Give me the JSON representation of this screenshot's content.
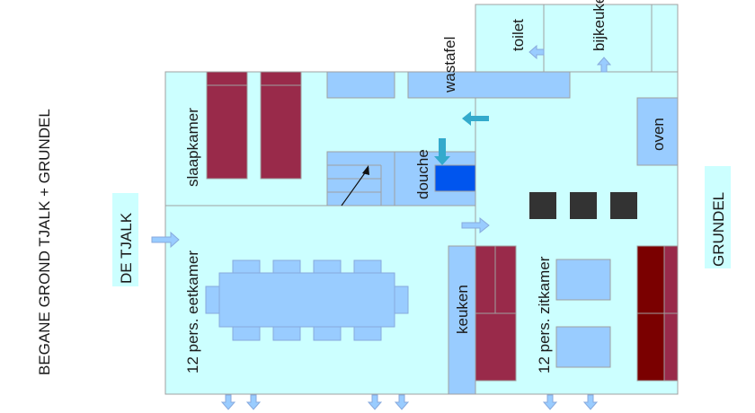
{
  "title": "BEGANE GROND TJALK + GRUNDEL",
  "labels": {
    "tjalk": "DE TJALK",
    "grundel": "GRUNDEL",
    "slaapkamer": "slaapkamer",
    "douche": "douche",
    "wastafel": "wastafel",
    "toilet": "toilet",
    "bijkeuken": "bijkeuken",
    "oven": "oven",
    "eetkamer": "12 pers. eetkamer",
    "keuken": "keuken",
    "zitkamer": "12 pers. zitkamer"
  },
  "colors": {
    "floor": "#ccffff",
    "furniture": "#99ccff",
    "bed": "#992a4a",
    "bed_dark": "#7a0000",
    "shower": "#0055ee",
    "stool": "#333333",
    "arrow": "#99ccff",
    "arrow_teal": "#33aacc"
  }
}
